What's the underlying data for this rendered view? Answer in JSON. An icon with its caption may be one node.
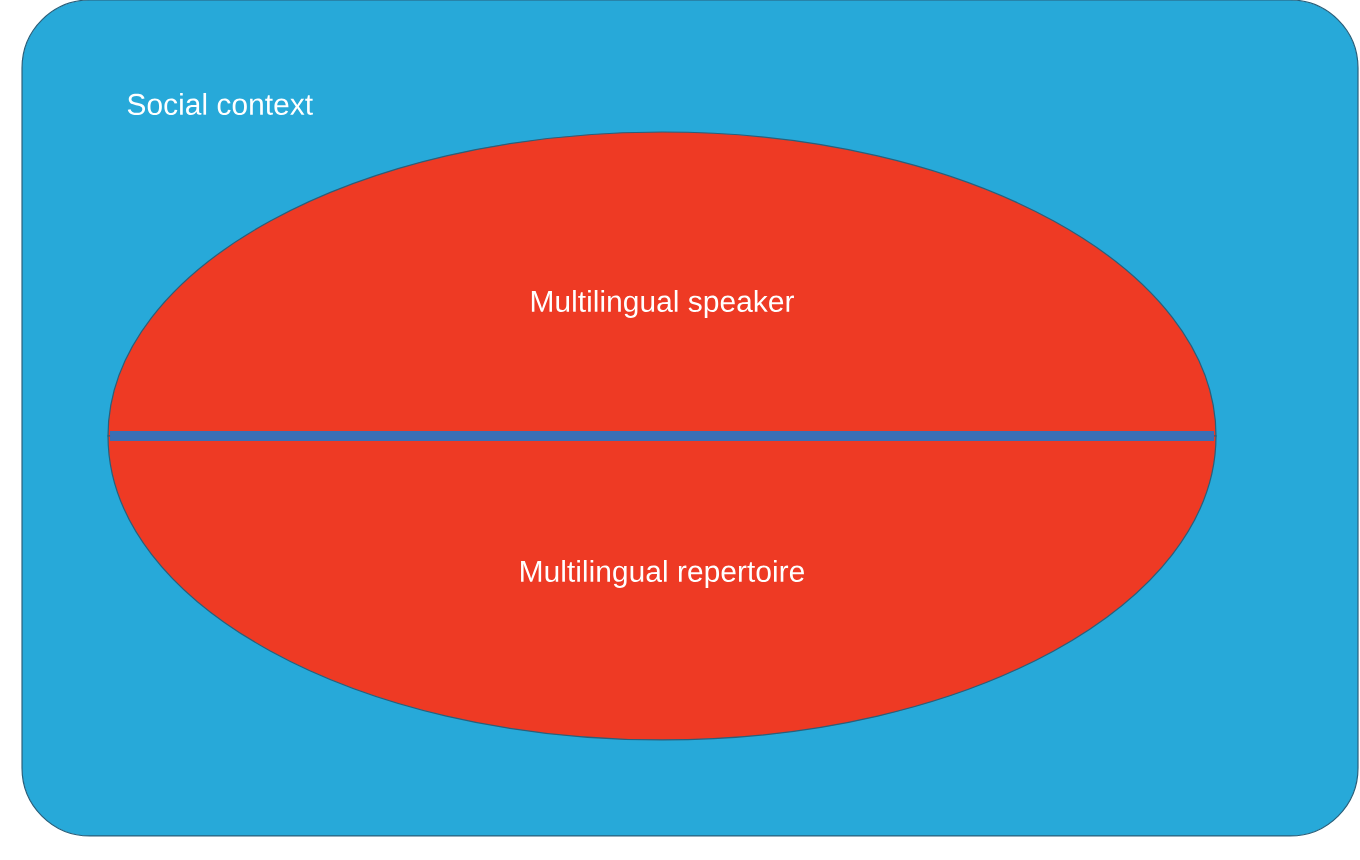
{
  "diagram": {
    "nodes": [
      {
        "text": [
          "Social context"
        ]
      },
      {
        "text": [
          "Multilingual speaker"
        ],
        "in": 0
      },
      {
        "text": [
          "Multilingual repertoire"
        ],
        "in": 0
      }
    ]
  }
}
